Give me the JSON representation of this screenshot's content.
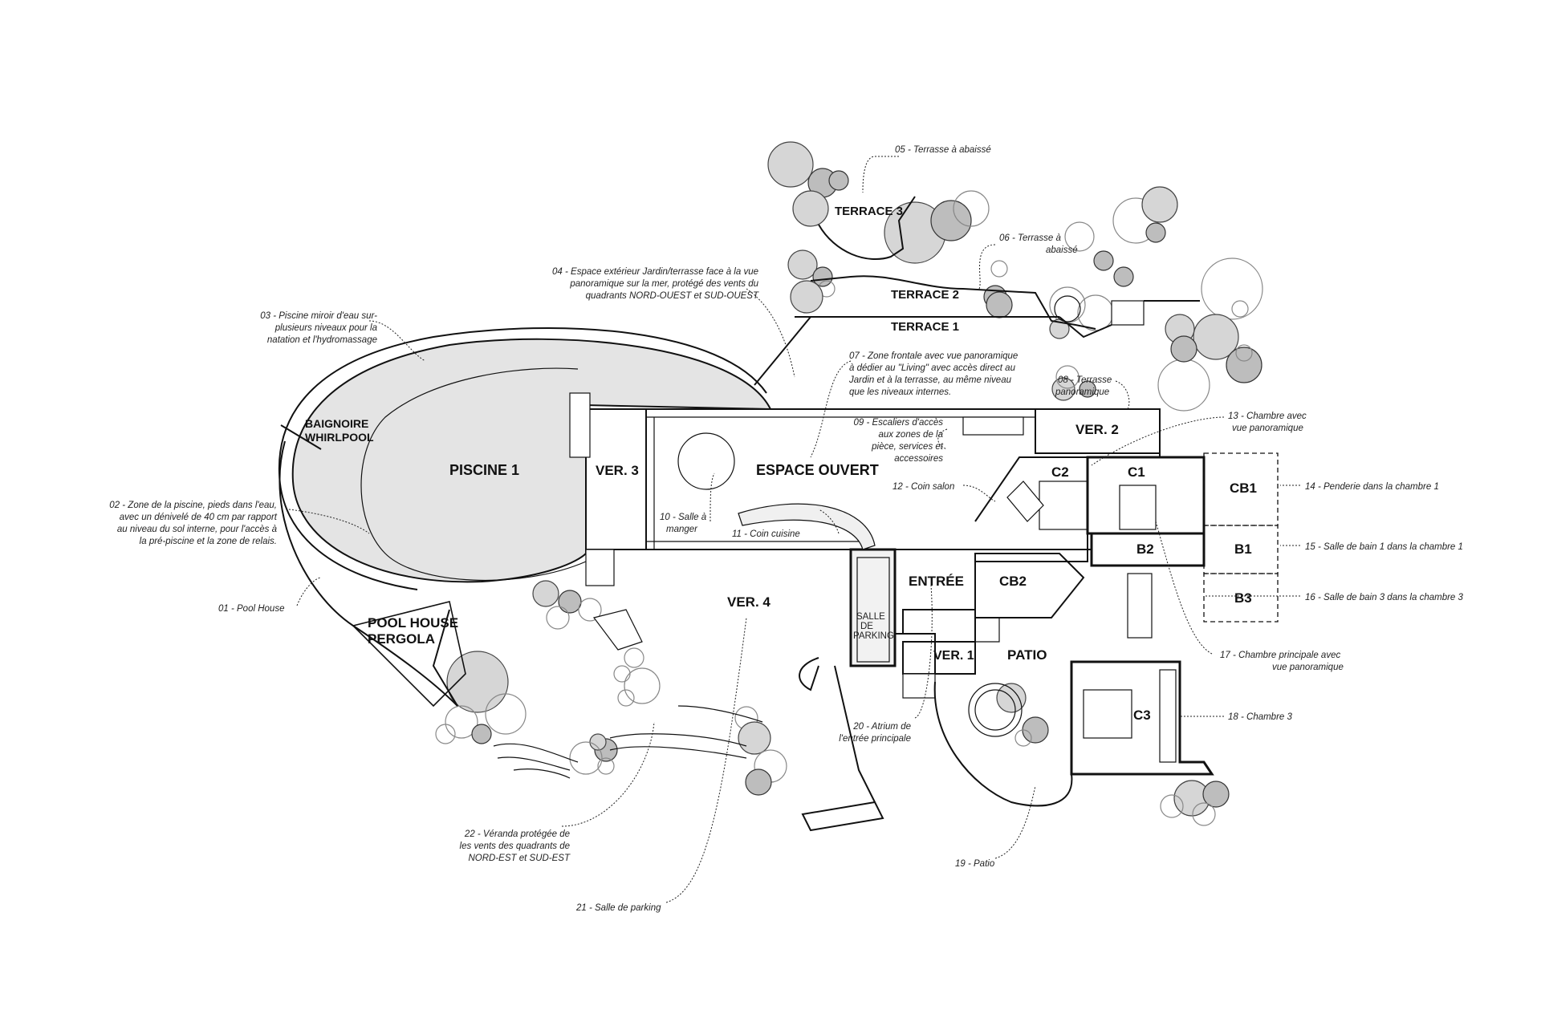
{
  "rooms": {
    "terrace3": "TERRACE 3",
    "terrace2": "TERRACE 2",
    "terrace1": "TERRACE 1",
    "baignoire_line1": "BAIGNOIRE",
    "baignoire_line2": "WHIRLPOOL",
    "piscine": "PISCINE 1",
    "ver3": "VER. 3",
    "espace_ouvert": "ESPACE OUVERT",
    "ver2": "VER. 2",
    "c2": "C2",
    "c1": "C1",
    "cb1": "CB1",
    "b1": "B1",
    "b2": "B2",
    "b3": "B3",
    "cb2": "CB2",
    "entree": "ENTRÉE",
    "ver1": "VER. 1",
    "patio": "PATIO",
    "c3": "C3",
    "ver4": "VER. 4",
    "pool_house_line1": "POOL HOUSE",
    "pool_house_line2": "PERGOLA",
    "salle_line1": "SALLE",
    "salle_line2": "DE",
    "salle_line3": "PARKING"
  },
  "notes": {
    "n01": "01 - Pool House",
    "n02": [
      "02 - Zone de la piscine, pieds dans l'eau,",
      "avec un dénivelé de 40 cm par rapport",
      "au niveau du sol interne, pour l'accès à",
      "la pré-piscine et la zone de relais."
    ],
    "n03": [
      "03 - Piscine miroir d'eau sur-",
      "plusieurs niveaux pour la",
      "natation et l'hydromassage"
    ],
    "n04": [
      "04 - Espace extérieur Jardin/terrasse face à la vue",
      "panoramique sur la mer, protégé des vents du",
      "quadrants NORD-OUEST et SUD-OUEST"
    ],
    "n05": "05 - Terrasse à abaissé",
    "n06": [
      "06 - Terrasse à",
      "abaissé"
    ],
    "n07": [
      "07 - Zone frontale avec vue panoramique",
      "à dédier au \"Living\" avec accès direct au",
      "Jardin et à la terrasse, au même niveau",
      "que les niveaux internes."
    ],
    "n08": [
      "08 - Terrasse",
      "panoramique"
    ],
    "n09": [
      "09 - Escaliers d'accès",
      "aux zones de la",
      "pièce, services et",
      "accessoires"
    ],
    "n10": [
      "10 - Salle à",
      "manger"
    ],
    "n11": "11 - Coin cuisine",
    "n12": "12 - Coin salon",
    "n13": [
      "13 - Chambre avec",
      "vue panoramique"
    ],
    "n14": "14 - Penderie dans la chambre 1",
    "n15": "15 - Salle de bain 1 dans la chambre 1",
    "n16": "16 - Salle de bain 3 dans la chambre 3",
    "n17": [
      "17 - Chambre principale avec",
      "vue panoramique"
    ],
    "n18": "18 - Chambre 3",
    "n19": "19 - Patio",
    "n20": [
      "20 - Atrium de",
      "l'entrée principale"
    ],
    "n21": "21 - Salle de parking",
    "n22": [
      "22 - Véranda protégée de",
      "les vents des quadrants de",
      "NORD-EST et SUD-EST"
    ]
  }
}
